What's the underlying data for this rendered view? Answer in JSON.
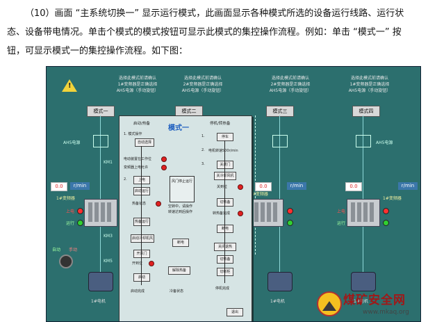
{
  "doc": {
    "line1": "（10）画面 “主系统切换一” 显示运行模式，此画面显示各种模式所选的设备运行线路、运行状",
    "line2": "态、设备带电情况。单击个模式的模式按钮可显示此模式的集控操作流程。例如：单击 “模式一” 按",
    "line3": "钮，可显示模式一的集控操作流程。如下图："
  },
  "hmi": {
    "headers": [
      {
        "l1": "选择此模式前请确认",
        "l2": "1#变频器是正确选择",
        "l3": "AH5电源（手动旋钮）"
      },
      {
        "l1": "选择此模式前请确认",
        "l2": "2#变频器是正确选择",
        "l3": "AH5电源（手动旋钮）"
      },
      {
        "l1": "选择此模式前请确认",
        "l2": "2#变频器是正确选择",
        "l3": "AH5电源（手动旋钮）"
      },
      {
        "l1": "选择此模式前请确认",
        "l2": "1#变频器是正确选择",
        "l3": "AH5电源（手动旋钮）"
      }
    ],
    "modes": [
      "模式一",
      "模式二",
      "模式三",
      "模式四"
    ],
    "freq_left": "0.0",
    "unit_left": "r/min",
    "freq_mid": "0.0",
    "unit_mid": "r/min",
    "freq_right": "0.0",
    "unit_right": "r/min",
    "inverter_left": "1#变频器",
    "inverter_right": "1#变频器",
    "inverter_mid": "2#变频器",
    "status_on": "上电",
    "status_run": "运行",
    "motor_left": "1#电机",
    "motor_right": "1#电机",
    "motor_mid": "1#电机",
    "left_tag1": "AH5电源",
    "left_tag2": "KM1",
    "left_tag3": "KM3",
    "left_tag4": "KM5",
    "right_tag1": "AH5电源",
    "knob_a": "自动",
    "knob_b": "手动",
    "popup": {
      "title": "模式一",
      "col_left": "启动/热备",
      "col_right": "停机/转热备",
      "step1": "1. 模式操作",
      "b_auto": "自动选择",
      "t_ready1": "电动装置在工作位",
      "t_ready2": "变频器上电允许",
      "t_step2": "2.",
      "b_on": "上电",
      "b_hot": "启动运行",
      "t_hot": "热备状态",
      "b_hot2": "热备运行",
      "b_start_conv": "启动冷却机风",
      "b_open": "开风门",
      "t_open": "开到位",
      "b_start": "启动",
      "t_start": "启动完成",
      "center_box": "风门停止运行",
      "center_note1": "空转中，请操作",
      "center_note2": "转速达到后操作",
      "r1": "1.",
      "r_b1": "停车",
      "r2": "2.",
      "r_t2": "电机转速500r/min",
      "r3": "3.",
      "r_b3": "关闭门",
      "r_b4": "关冷却风机",
      "r_t4": "关到位",
      "r_b5": "切热备",
      "r_t5": "转热备完成",
      "r_b6": "断电",
      "r_b7": "关闭退热",
      "r_b8": "切热备",
      "r_b9": "切断柜",
      "r_t9": "停机完成",
      "b_pwroff": "断电",
      "b_release": "解除热备",
      "t_cold": "冷备状态",
      "b_exit": "退出"
    }
  },
  "watermark": {
    "text": "煤矿安全网",
    "url": "www.mkaq.org"
  }
}
